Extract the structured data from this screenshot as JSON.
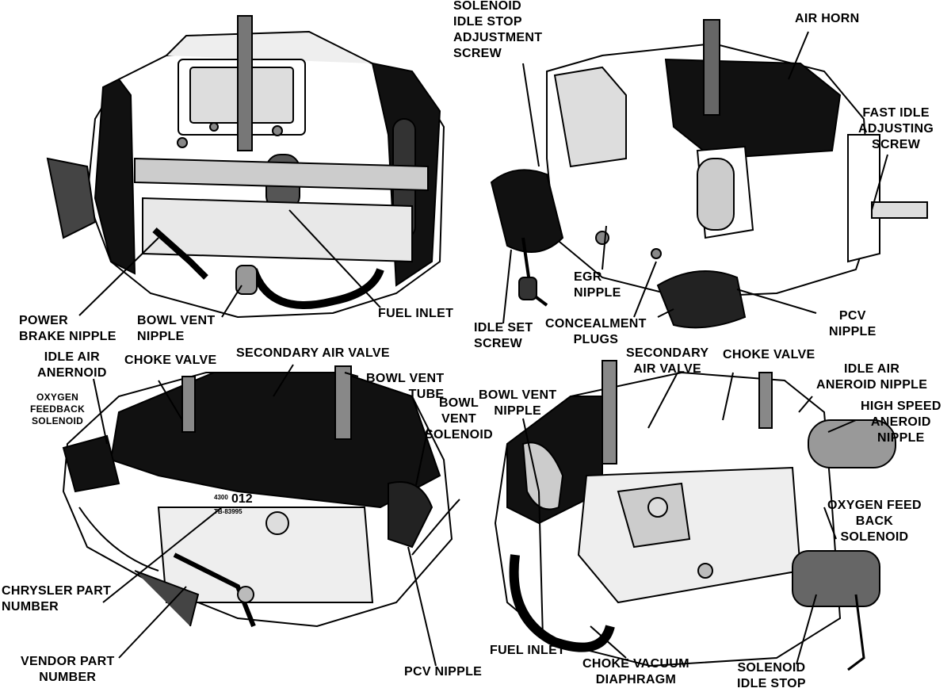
{
  "labels": {
    "solenoid_idle_stop_adjustment_screw": [
      "SOLENOID",
      "IDLE STOP",
      "ADJUSTMENT",
      "SCREW"
    ],
    "air_horn": [
      "AIR HORN"
    ],
    "fast_idle_adjusting_screw": [
      "FAST IDLE",
      "ADJUSTING",
      "SCREW"
    ],
    "power_brake_nipple": [
      "POWER",
      "BRAKE NIPPLE"
    ],
    "bowl_vent_nipple_top": [
      "BOWL VENT",
      "NIPPLE"
    ],
    "fuel_inlet_top": [
      "FUEL INLET"
    ],
    "egr_nipple": [
      "EGR",
      "NIPPLE"
    ],
    "idle_set_screw": [
      "IDLE SET",
      "SCREW"
    ],
    "concealment_plugs": [
      "CONCEALMENT",
      "PLUGS"
    ],
    "pcv_nipple_top": [
      "PCV",
      "NIPPLE"
    ],
    "idle_air_anernoid": [
      "IDLE AIR",
      "ANERNOID"
    ],
    "choke_valve": [
      "CHOKE VALVE"
    ],
    "secondary_air_valve_left": [
      "SECONDARY AIR VALVE"
    ],
    "bowl_vent_tube": [
      "BOWL VENT",
      "TUBE"
    ],
    "oxygen_feedback_solenoid_left": [
      "OXYGEN",
      "FEEDBACK",
      "SOLENOID"
    ],
    "bowl_vent_solenoid": [
      "BOWL",
      "VENT",
      "SOLENOID"
    ],
    "chrysler_part_number": [
      "CHRYSLER PART",
      "NUMBER"
    ],
    "vendor_part_number": [
      "VENDOR PART",
      "NUMBER"
    ],
    "pcv_nipple_bottom": [
      "PCV NIPPLE"
    ],
    "secondary_air_valve_right": [
      "SECONDARY",
      "AIR VALVE"
    ],
    "choke_valve_right": [
      "CHOKE VALVE"
    ],
    "idle_air_aneroid_nipple": [
      "IDLE AIR",
      "ANEROID NIPPLE"
    ],
    "bowl_vent_nipple_right": [
      "BOWL VENT",
      "NIPPLE"
    ],
    "high_speed_aneroid_nipple": [
      "HIGH SPEED",
      "ANEROID",
      "NIPPLE"
    ],
    "oxygen_feed_back_solenoid_right": [
      "OXYGEN  FEED",
      "BACK",
      "SOLENOID"
    ],
    "fuel_inlet_bottom": [
      "FUEL INLET"
    ],
    "choke_vacuum_diaphragm": [
      "CHOKE VACUUM",
      "DIAPHRAGM"
    ],
    "solenoid_idle_stop": [
      "SOLENOID",
      "IDLE STOP"
    ]
  },
  "part_stamp": {
    "big": "012",
    "small_top": "4300",
    "small_bottom": "TB-83995"
  }
}
